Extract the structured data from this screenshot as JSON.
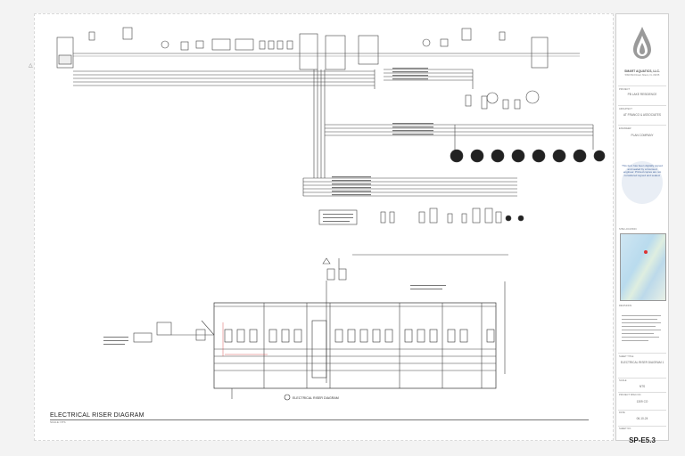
{
  "drawing": {
    "title": "ELECTRICAL RISER DIAGRAM",
    "scale_note": "SCALE: NTS",
    "section_label": "ELECTRICAL RISER DIAGRAM"
  },
  "title_block": {
    "company": "SMART AQUATICS, LLC.",
    "company_address": "5990 Bird Road, Miami, FL 33155",
    "project_label": "PROJECT",
    "project_value": "PB LAKE RESIDENCE",
    "architect_label": "ARCHITECT",
    "architect_value": "AT FRANCO & ASSOCIATES",
    "engineer_label": "ENGINEER",
    "engineer_value": "PLAN COMPANY",
    "stamp_text": "This item has been digitally signed and sealed by a licensed engineer. Printed copies are not considered signed and sealed.",
    "site_location_label": "SITE LOCATION",
    "revisions_label": "REVISIONS",
    "sheet_title_label": "SHEET TITLE",
    "sheet_title_value": "ELECTRICAL RISER DIAGRAM 1",
    "scale_label": "SCALE",
    "scale_value": "NTS",
    "project_no_label": "PROJECT SPEC NO.",
    "project_no_value": "1309 CO",
    "date_label": "DATE",
    "date_value": "06-10-24",
    "sheet_no_label": "SHEET NO.",
    "sheet_no_value": "SP-E5.3"
  },
  "colors": {
    "line": "#333333",
    "logo": "#9a9a9a",
    "stamp": "#4a6aa0",
    "accent": "#d33333"
  }
}
